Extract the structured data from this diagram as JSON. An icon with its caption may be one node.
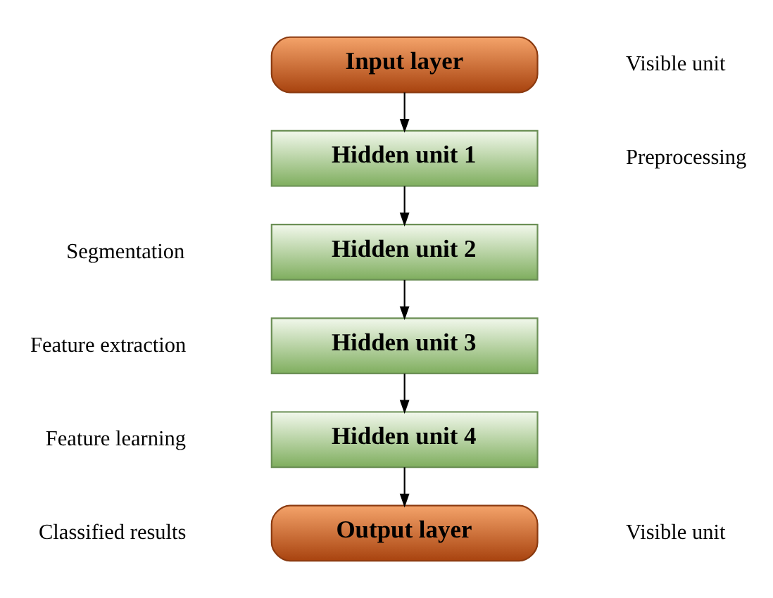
{
  "diagram": {
    "nodes": [
      {
        "text": [
          "Input layer"
        ],
        "beside": [
          "Visible unit"
        ]
      },
      {
        "text": [
          "Hidden unit 1"
        ],
        "beside": [
          "Preprocessing"
        ]
      },
      {
        "text": [
          "Hidden unit 2"
        ],
        "beside": [
          "Segmentation"
        ]
      },
      {
        "text": [
          "Hidden unit 3"
        ],
        "beside": [
          "Feature extraction"
        ]
      },
      {
        "text": [
          "Hidden unit 4"
        ],
        "beside": [
          "Feature learning"
        ]
      },
      {
        "text": [
          "Output layer"
        ],
        "beside": [
          "Classified results",
          "Visible unit"
        ]
      }
    ],
    "edges": [
      {
        "from": 0,
        "to": 1,
        "arrow": "to"
      },
      {
        "from": 1,
        "to": 2,
        "arrow": "to"
      },
      {
        "from": 2,
        "to": 3,
        "arrow": "to"
      },
      {
        "from": 3,
        "to": 4,
        "arrow": "to"
      },
      {
        "from": 4,
        "to": 5,
        "arrow": "to"
      }
    ]
  }
}
